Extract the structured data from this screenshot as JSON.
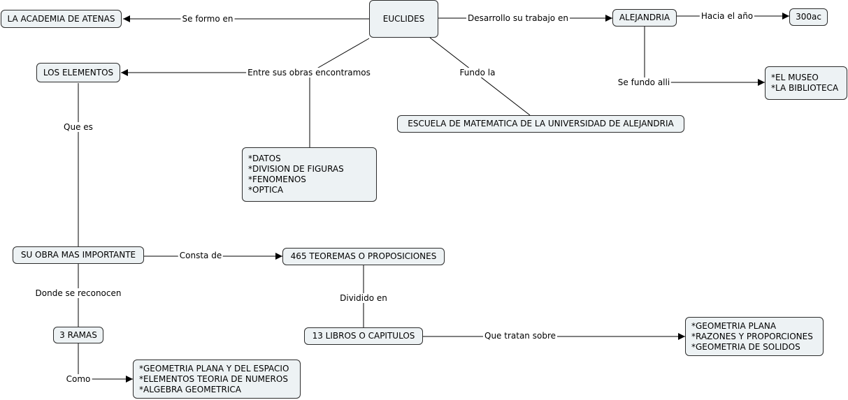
{
  "nodes": {
    "euclides": "EUCLIDES",
    "academia": "LA ACADEMIA DE ATENAS",
    "alejandria": "ALEJANDRIA",
    "year": "300ac",
    "elementos": "LOS ELEMENTOS",
    "museo": [
      "*EL MUSEO",
      "*LA BIBLIOTECA"
    ],
    "escuela": "ESCUELA DE MATEMATICA DE LA UNIVERSIDAD DE ALEJANDRIA",
    "obras": [
      "*DATOS",
      "*DIVISION DE FIGURAS",
      "*FENOMENOS",
      "*OPTICA"
    ],
    "obra_importante": "SU OBRA MAS IMPORTANTE",
    "teoremas": "465 TEOREMAS O PROPOSICIONES",
    "ramas": "3 RAMAS",
    "libros": "13 LIBROS O CAPITULOS",
    "ramas_list": [
      "*GEOMETRIA PLANA Y DEL ESPACIO",
      "*ELEMENTOS TEORIA DE NUMEROS",
      "*ALGEBRA GEOMETRICA"
    ],
    "temas": [
      "*GEOMETRIA PLANA",
      "*RAZONES Y PROPORCIONES",
      "*GEOMETRIA DE SOLIDOS"
    ]
  },
  "links": {
    "se_formo_en": "Se formo en",
    "desarrollo": "Desarrollo su trabajo en",
    "hacia_el_ano": "Hacia el año",
    "entre_sus_obras": "Entre sus obras encontramos",
    "fundo_la": "Fundo la",
    "se_fundo_alli": "Se fundo alli",
    "que_es": "Que es",
    "consta_de": "Consta de",
    "donde_se_reconocen": "Donde se reconocen",
    "dividido_en": "Dividido en",
    "que_tratan_sobre": "Que tratan sobre",
    "como": "Como"
  },
  "colors": {
    "node_fill": "#edf2f4",
    "node_border": "#2b2b2b",
    "line": "#000000"
  }
}
